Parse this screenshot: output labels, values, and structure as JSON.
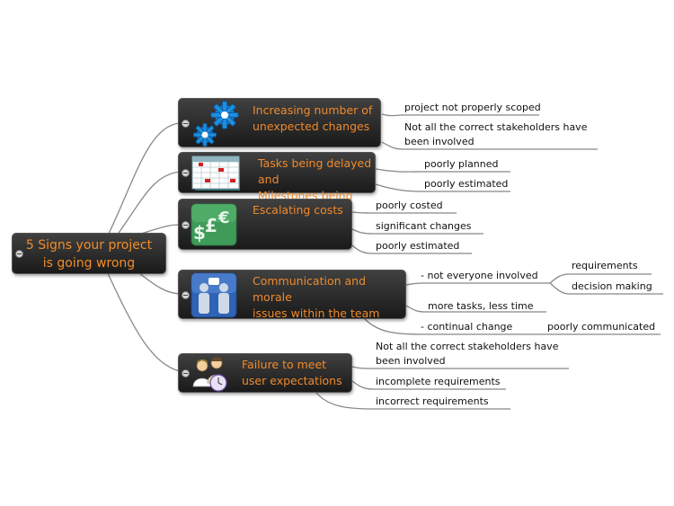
{
  "root": {
    "title": "5 Signs your project\nis going wrong"
  },
  "branches": [
    {
      "title": "Increasing number of\nunexpected changes",
      "icon": "gears-icon",
      "leaves": [
        "project not properly scoped",
        "Not all the correct stakeholders have\nbeen involved"
      ]
    },
    {
      "title": "Tasks being delayed and\nMilestones being missed",
      "icon": "gantt-chart-icon",
      "leaves": [
        "poorly planned",
        "poorly estimated"
      ]
    },
    {
      "title": "Escalating costs",
      "icon": "currency-icon",
      "leaves": [
        "poorly costed",
        "significant changes",
        "poorly estimated"
      ]
    },
    {
      "title": "Communication and morale\nissues within the team",
      "icon": "people-talking-icon",
      "leaves": [
        "- not everyone involved",
        "more tasks, less time",
        "- continual change"
      ],
      "subleaves": {
        "not_everyone": [
          "requirements",
          "decision making"
        ],
        "continual_change": [
          "poorly communicated"
        ]
      }
    },
    {
      "title": "Failure to meet\nuser expectations",
      "icon": "users-clock-icon",
      "leaves": [
        "Not all the correct stakeholders have\nbeen involved",
        "incomplete requirements",
        "incorrect requirements"
      ]
    }
  ]
}
